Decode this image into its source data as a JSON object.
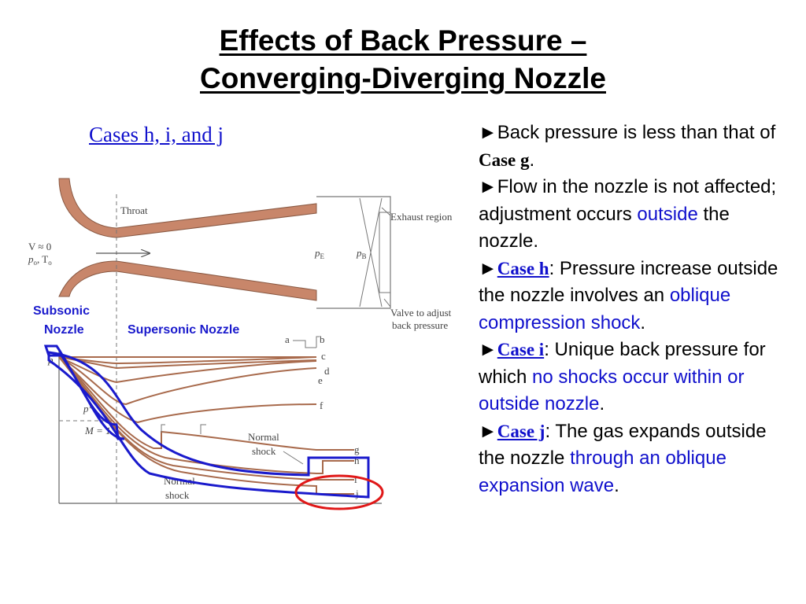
{
  "slide": {
    "title_line1": "Effects of Back Pressure –",
    "title_line2": "Converging-Diverging Nozzle",
    "subtitle": "Cases h, i, and j"
  },
  "diagram": {
    "nozzle_labels": {
      "throat": "Throat",
      "exhaust_region": "Exhaust region",
      "valve_line1": "Valve to adjust",
      "valve_line2": "back pressure",
      "inlet_v": "V ≈ 0",
      "inlet_p": "p",
      "inlet_p_sub": "o",
      "inlet_t": ", T",
      "inlet_t_sub": "o",
      "pe": "p",
      "pe_sub": "E",
      "pb": "p",
      "pb_sub": "B"
    },
    "region_labels": {
      "subsonic_line1": "Subsonic",
      "subsonic_line2": "Nozzle",
      "supersonic": "Supersonic Nozzle"
    },
    "plot_labels": {
      "p_star": "p*",
      "mach_one": "M = 1",
      "p_axis": "p",
      "normal_shock_upper_line1": "Normal",
      "normal_shock_upper_line2": "shock",
      "normal_shock_lower_line1": "Normal",
      "normal_shock_lower_line2": "shock"
    },
    "curve_letters": [
      "a",
      "b",
      "c",
      "d",
      "e",
      "f",
      "g",
      "h",
      "i",
      "j"
    ],
    "colors": {
      "nozzle_wall": "#c8866a",
      "pressure_curves": "#a86a4c",
      "region_outline": "#1a1acc",
      "highlight_circle": "#e01818"
    }
  },
  "bullets": {
    "b1_text": "►Back pressure is less than that of ",
    "b1_case": "Case g",
    "b1_end": ".",
    "b2_text": "►Flow in the nozzle is not affected; adjustment occurs ",
    "b2_blue": "outside",
    "b2_end": " the nozzle.",
    "b3_arrow": "►",
    "b3_case": "Case h",
    "b3_text": ":  Pressure increase outside the nozzle involves an ",
    "b3_blue": "oblique compression shock",
    "b3_end": ".",
    "b4_arrow": "►",
    "b4_case": "Case i",
    "b4_text": ":  Unique back pressure for which ",
    "b4_blue": "no shocks occur within or outside nozzle",
    "b4_end": ".",
    "b5_arrow": "►",
    "b5_case": "Case j",
    "b5_text": ":  The gas expands outside the nozzle ",
    "b5_blue": "through an oblique expansion wave",
    "b5_end": "."
  }
}
